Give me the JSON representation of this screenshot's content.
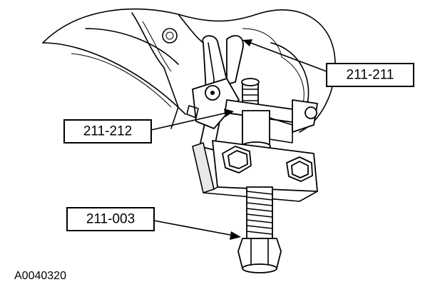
{
  "callouts": {
    "steering_arm_remover": "211-211",
    "tie_rod_end_remover": "211-212",
    "pitman_arm_puller": "211-003"
  },
  "figure_id": "A0040320"
}
